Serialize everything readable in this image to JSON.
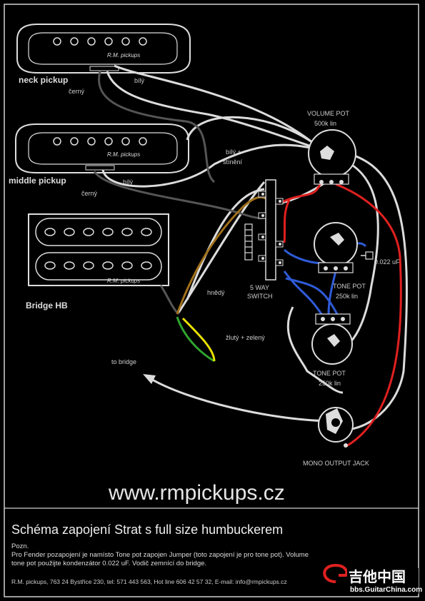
{
  "pickups": {
    "neck": {
      "label": "neck pickup",
      "brand": "R.M. pickups",
      "wire_hot": "bílý",
      "wire_ground": "černý"
    },
    "middle": {
      "label": "middle pickup",
      "brand": "R.M. pickups",
      "wire_hot": "bílý",
      "wire_ground": "černý"
    },
    "bridge": {
      "label": "Bridge HB",
      "brand": "R.M. pickups"
    }
  },
  "wires": {
    "white_label": "bílý +",
    "white_label2": "stínění",
    "brown_label": "hnědý",
    "green_yellow_label": "žlutý + zelený",
    "colors": {
      "white": "#dcdcdc",
      "red": "#e02020",
      "blue": "#2f5bd8",
      "brown": "#a0701a",
      "green": "#2fa52f",
      "yellow": "#e8e200",
      "black": "#555555"
    }
  },
  "components": {
    "switch_label": "5 WAY",
    "switch_label2": "SWITCH",
    "volume_label": "VOLUME POT",
    "volume_value": "500k lin",
    "tone1_label": "TONE POT",
    "tone1_value": "250k lin",
    "tone2_label": "TONE POT",
    "tone2_value": "250k lin",
    "capacitor_label": "0.022 uF",
    "jack_label": "MONO OUTPUT JACK",
    "ground_label": "to bridge"
  },
  "url": "www.rmpickups.cz",
  "footer": {
    "title": "Schéma zapojení Strat s full size humbuckerem",
    "note_heading": "Pozn.",
    "note_line1": "Pro Fender pozapojení je namísto Tone pot zapojen Jumper (toto zapojení je pro tone pot). Volume",
    "note_line2": "tone pot použijte kondenzátor 0.022 uF. Vodič zemnící do bridge.",
    "contact": "R.M. pickups, 763 24 Bystřice 230, tel: 571 443 563, Hot line 606 42 57 32, E-mail: info@rmpickups.cz",
    "logo_cn": "吉他中国",
    "logo_url": "bbs.GuitarChina.com"
  }
}
